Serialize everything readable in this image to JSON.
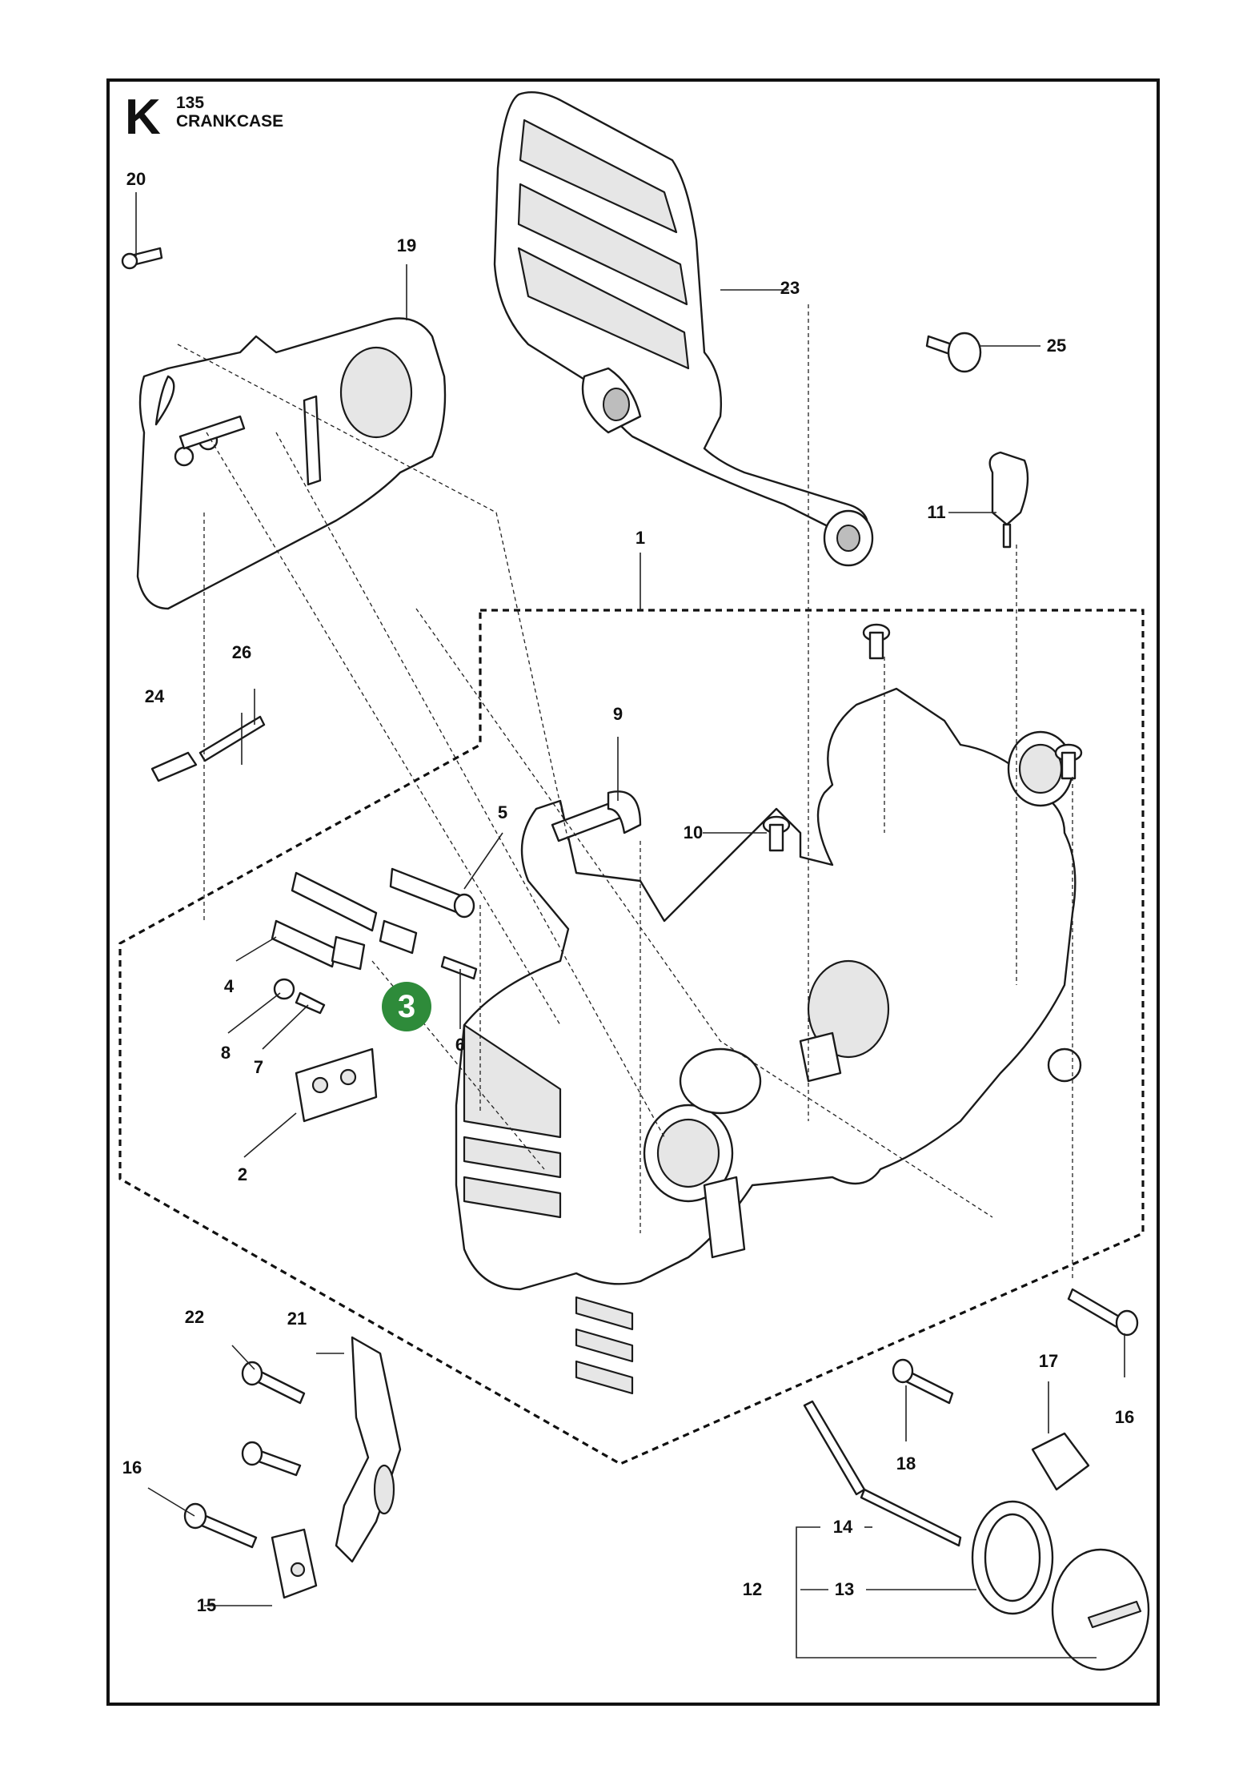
{
  "section": {
    "letter": "K",
    "number": "135",
    "title": "CRANKCASE"
  },
  "highlight": {
    "label": "3",
    "color": "#2e8b3a"
  },
  "callouts": {
    "c1": "1",
    "c2": "2",
    "c4": "4",
    "c5": "5",
    "c6": "6",
    "c7": "7",
    "c8": "8",
    "c9": "9",
    "c10": "10",
    "c11": "11",
    "c12": "12",
    "c13": "13",
    "c14": "14",
    "c15": "15",
    "c16a": "16",
    "c16b": "16",
    "c17": "17",
    "c18": "18",
    "c19": "19",
    "c20": "20",
    "c21": "21",
    "c22": "22",
    "c23": "23",
    "c24": "24",
    "c25": "25",
    "c26": "26"
  }
}
